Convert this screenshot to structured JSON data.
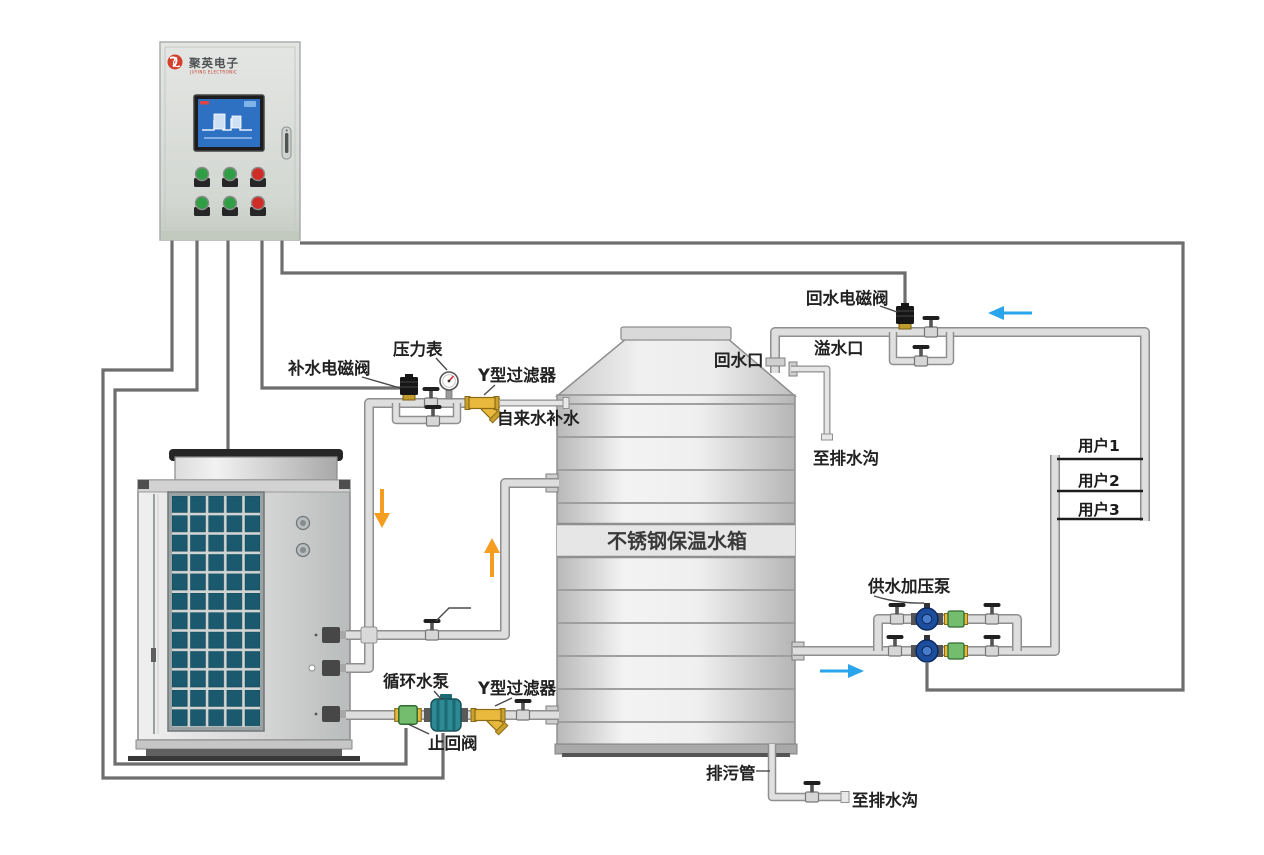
{
  "control_panel": {
    "brand": "聚英电子",
    "brand_sub": "JUYING ELECTRONIC",
    "button_colors": [
      "#2f9e44",
      "#2f9e44",
      "#cf2b27",
      "#2f9e44",
      "#2f9e44",
      "#cf2b27"
    ]
  },
  "labels": {
    "makeup_solenoid_valve": "补水电磁阀",
    "pressure_gauge": "压力表",
    "y_strainer_top": "Y型过滤器",
    "tap_water_makeup": "自来水补水",
    "return_port": "回水口",
    "return_solenoid_valve": "回水电磁阀",
    "overflow_port": "溢水口",
    "to_drain_upper": "至排水沟",
    "user_1": "用户1",
    "user_2": "用户2",
    "user_3": "用户3",
    "supply_booster_pump": "供水加压泵",
    "tank": "不锈钢保温水箱",
    "circulation_pump": "循环水泵",
    "y_strainer_bottom": "Y型过滤器",
    "check_valve": "止回阀",
    "drain_pipe": "排污管",
    "to_drain_lower": "至排水沟"
  },
  "colors": {
    "pipe_fill": "#dedede",
    "pipe_outline": "#8f8f8f",
    "wire": "#6e6e6e",
    "arrow_blue": "#2aa4ea",
    "arrow_orange": "#f59d20",
    "strainer_gold": "#e9b93d",
    "pump_teal": "#2d8a94",
    "pump_blue": "#1d4e9e",
    "check_green": "#74bd6f",
    "solenoid_black": "#161616",
    "brand_red": "#d4402e",
    "screen_blue": "#2e71c2",
    "grille_teal": "#1b5a6e"
  }
}
